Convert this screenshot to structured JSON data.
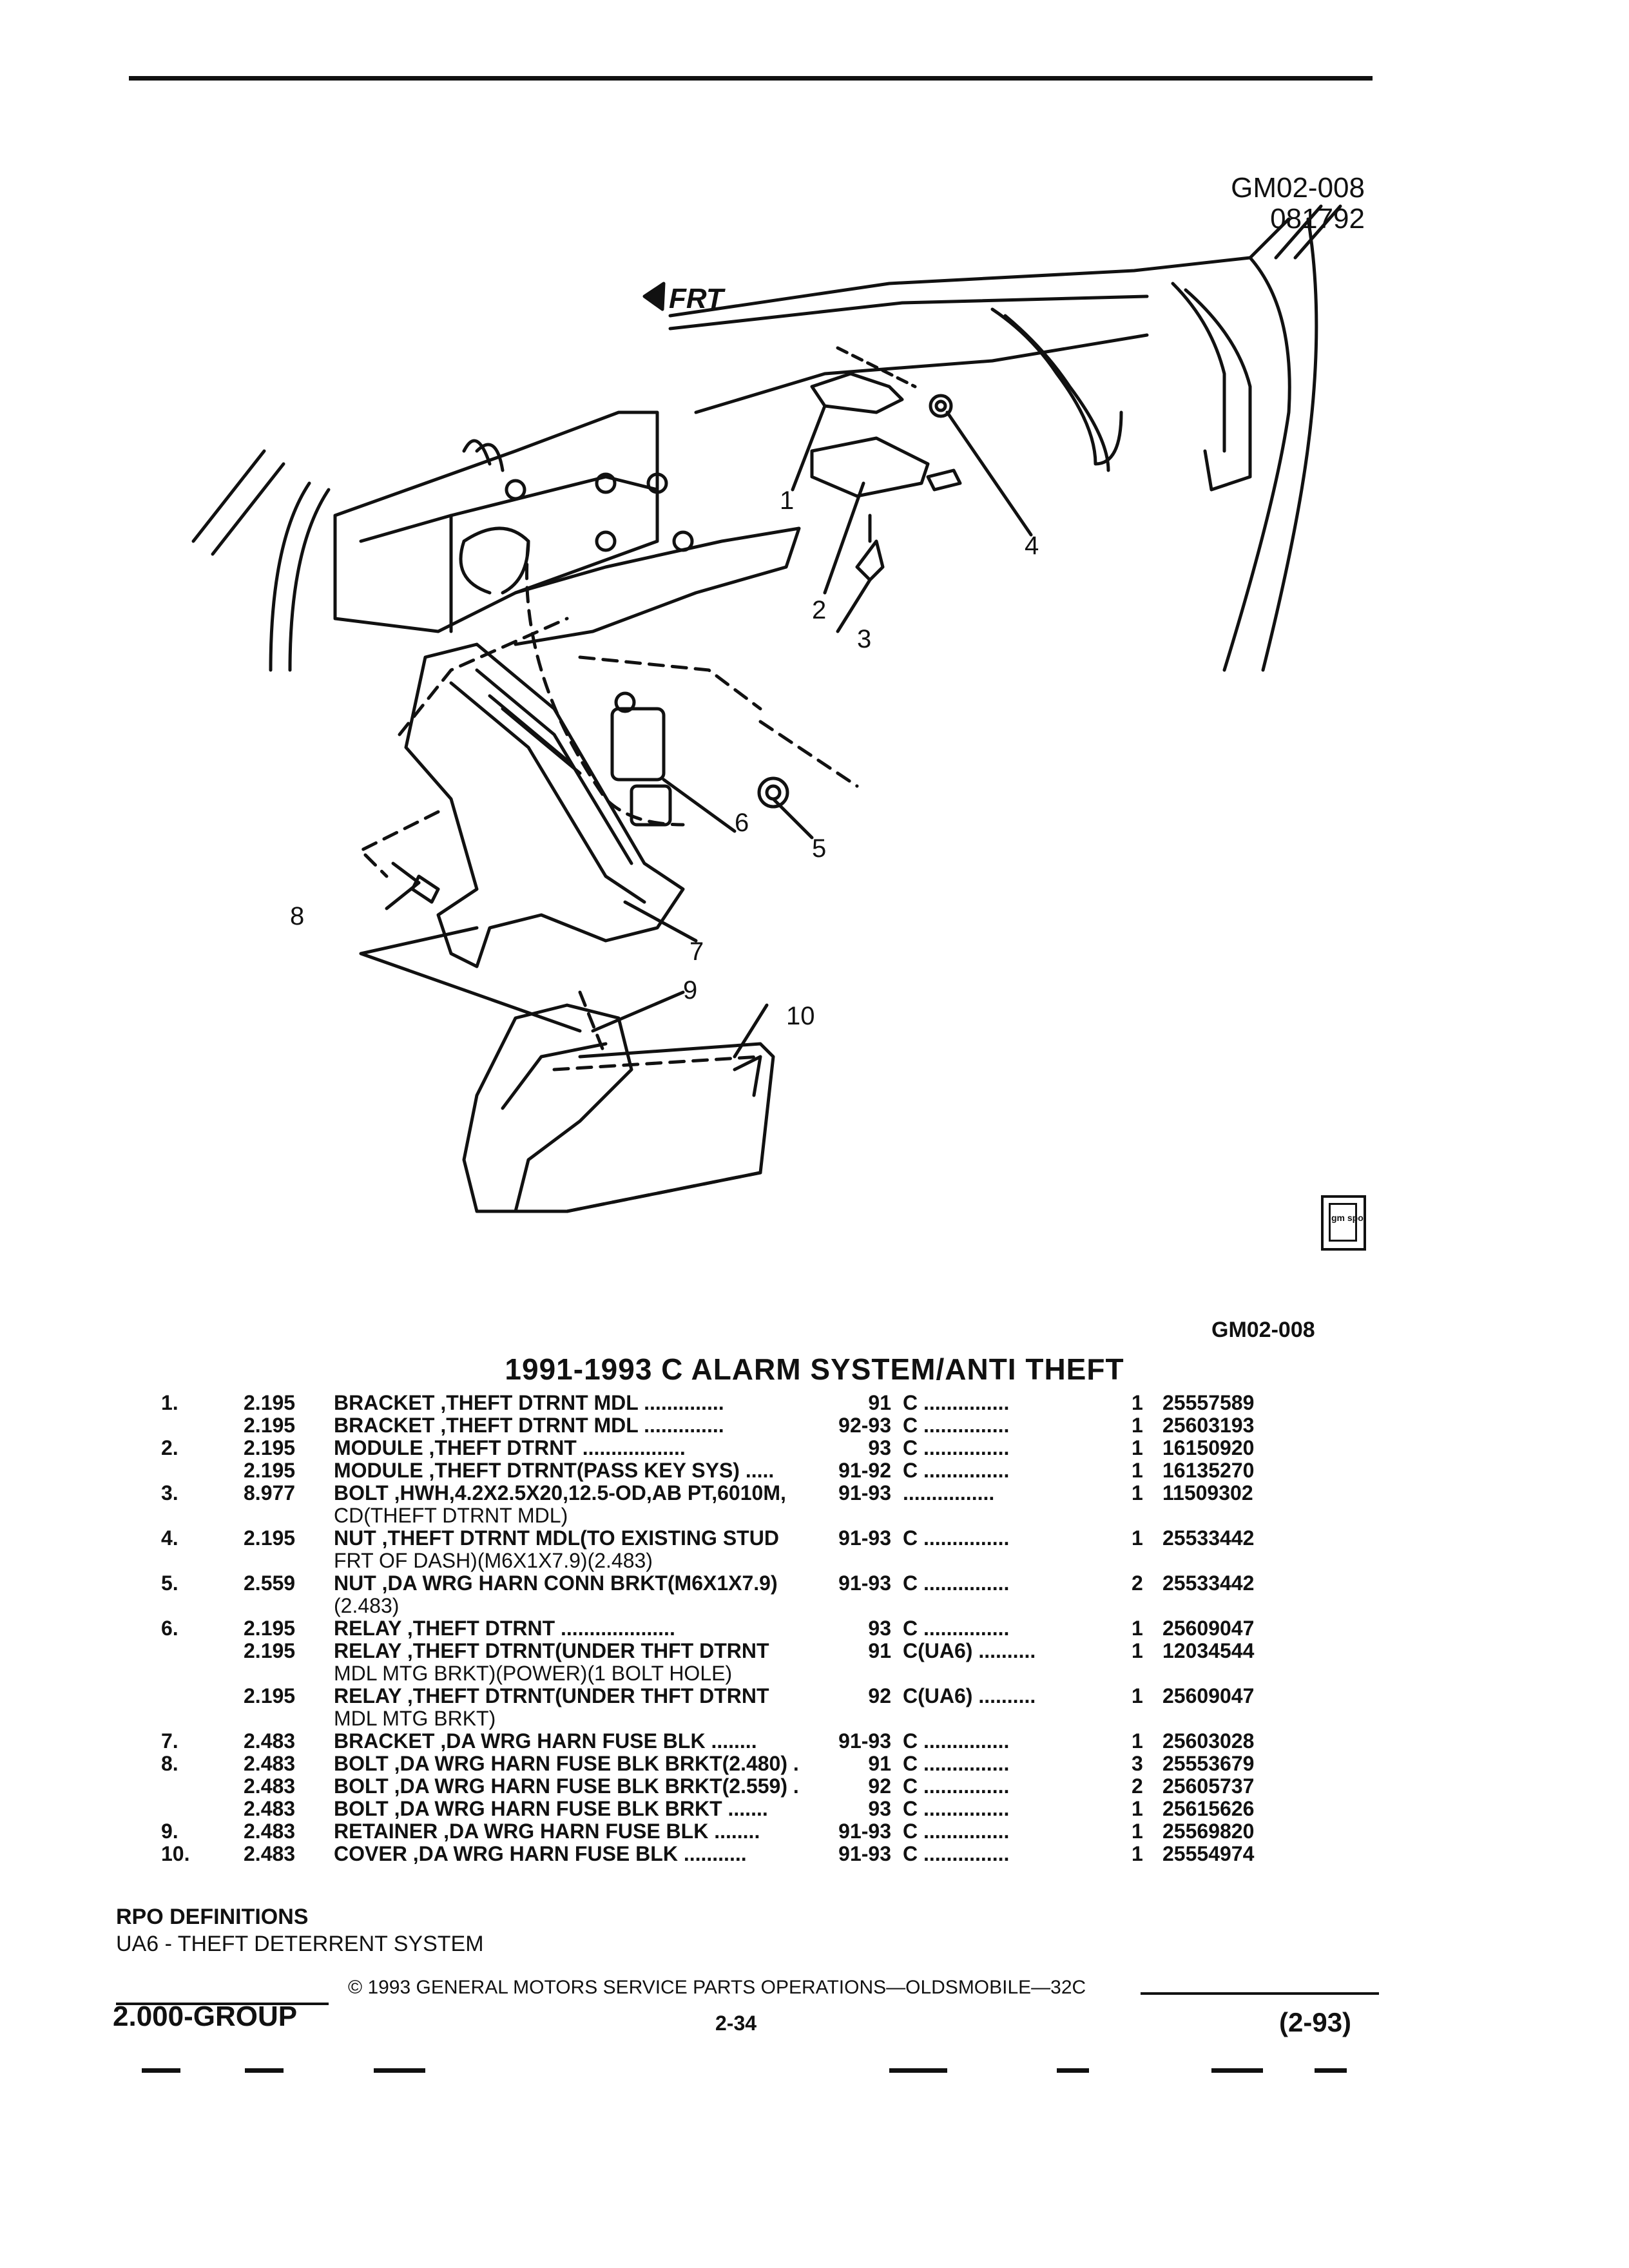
{
  "header": {
    "ref_code": "GM02-008",
    "ref_date": "081792"
  },
  "diagram": {
    "front_label": "FRT",
    "callouts": [
      "1",
      "2",
      "3",
      "4",
      "5",
      "6",
      "7",
      "8",
      "9",
      "10"
    ]
  },
  "ref_bottom": "GM02-008",
  "title": "1991-1993 C ALARM SYSTEM/ANTI THEFT",
  "parts": [
    {
      "no": "1.",
      "group": "2.195",
      "name": "BRACKET",
      "desc": " ,THEFT DTRNT MDL ..............",
      "desc2": "",
      "years": "91",
      "code": "C ...............",
      "qty": "1",
      "part": "25557589"
    },
    {
      "no": "",
      "group": "2.195",
      "name": "BRACKET",
      "desc": " ,THEFT DTRNT MDL ..............",
      "desc2": "",
      "years": "92-93",
      "code": "C ...............",
      "qty": "1",
      "part": "25603193"
    },
    {
      "no": "2.",
      "group": "2.195",
      "name": "MODULE",
      "desc": " ,THEFT DTRNT ..................",
      "desc2": "",
      "years": "93",
      "code": "C ...............",
      "qty": "1",
      "part": "16150920"
    },
    {
      "no": "",
      "group": "2.195",
      "name": "MODULE",
      "desc": " ,THEFT DTRNT(PASS KEY SYS) .....",
      "desc2": "",
      "years": "91-92",
      "code": "C ...............",
      "qty": "1",
      "part": "16135270"
    },
    {
      "no": "3.",
      "group": "8.977",
      "name": "BOLT",
      "desc": " ,HWH,4.2X2.5X20,12.5-OD,AB PT,6010M,",
      "desc2": "CD(THEFT DTRNT MDL)",
      "years": "91-93",
      "code": "................",
      "qty": "1",
      "part": "11509302"
    },
    {
      "no": "4.",
      "group": "2.195",
      "name": "NUT",
      "desc": " ,THEFT DTRNT MDL(TO EXISTING STUD",
      "desc2": "FRT OF DASH)(M6X1X7.9)(2.483)",
      "years": "91-93",
      "code": "C ...............",
      "qty": "1",
      "part": "25533442"
    },
    {
      "no": "5.",
      "group": "2.559",
      "name": "NUT",
      "desc": " ,DA WRG HARN CONN BRKT(M6X1X7.9)",
      "desc2": "(2.483)",
      "years": "91-93",
      "code": "C ...............",
      "qty": "2",
      "part": "25533442"
    },
    {
      "no": "6.",
      "group": "2.195",
      "name": "RELAY",
      "desc": " ,THEFT DTRNT ....................",
      "desc2": "",
      "years": "93",
      "code": "C ...............",
      "qty": "1",
      "part": "25609047"
    },
    {
      "no": "",
      "group": "2.195",
      "name": "RELAY",
      "desc": " ,THEFT DTRNT(UNDER THFT DTRNT",
      "desc2": "MDL MTG BRKT)(POWER)(1 BOLT HOLE)",
      "years": "91",
      "code": "C(UA6) ..........",
      "qty": "1",
      "part": "12034544"
    },
    {
      "no": "",
      "group": "2.195",
      "name": "RELAY",
      "desc": " ,THEFT DTRNT(UNDER THFT DTRNT",
      "desc2": "MDL MTG BRKT)",
      "years": "92",
      "code": "C(UA6) ..........",
      "qty": "1",
      "part": "25609047"
    },
    {
      "no": "7.",
      "group": "2.483",
      "name": "BRACKET",
      "desc": " ,DA WRG HARN FUSE BLK ........",
      "desc2": "",
      "years": "91-93",
      "code": "C ...............",
      "qty": "1",
      "part": "25603028"
    },
    {
      "no": "8.",
      "group": "2.483",
      "name": "BOLT",
      "desc": " ,DA WRG HARN FUSE BLK BRKT(2.480) .",
      "desc2": "",
      "years": "91",
      "code": "C ...............",
      "qty": "3",
      "part": "25553679"
    },
    {
      "no": "",
      "group": "2.483",
      "name": "BOLT",
      "desc": " ,DA WRG HARN FUSE BLK BRKT(2.559) .",
      "desc2": "",
      "years": "92",
      "code": "C ...............",
      "qty": "2",
      "part": "25605737"
    },
    {
      "no": "",
      "group": "2.483",
      "name": "BOLT",
      "desc": " ,DA WRG HARN FUSE BLK BRKT .......",
      "desc2": "",
      "years": "93",
      "code": "C ...............",
      "qty": "1",
      "part": "25615626"
    },
    {
      "no": "9.",
      "group": "2.483",
      "name": "RETAINER",
      "desc": " ,DA WRG HARN FUSE BLK ........",
      "desc2": "",
      "years": "91-93",
      "code": "C ...............",
      "qty": "1",
      "part": "25569820"
    },
    {
      "no": "10.",
      "group": "2.483",
      "name": "COVER",
      "desc": " ,DA WRG HARN FUSE BLK ...........",
      "desc2": "",
      "years": "91-93",
      "code": "C ...............",
      "qty": "1",
      "part": "25554974"
    }
  ],
  "rpo": {
    "heading": "RPO DEFINITIONS",
    "definition": "UA6 - THEFT DETERRENT SYSTEM"
  },
  "footer": {
    "copyright": "© 1993 GENERAL MOTORS SERVICE PARTS OPERATIONS—OLDSMOBILE—32C",
    "group": "2.000-GROUP",
    "page": "2-34",
    "date": "(2-93)"
  },
  "logo_text": "gm spo"
}
